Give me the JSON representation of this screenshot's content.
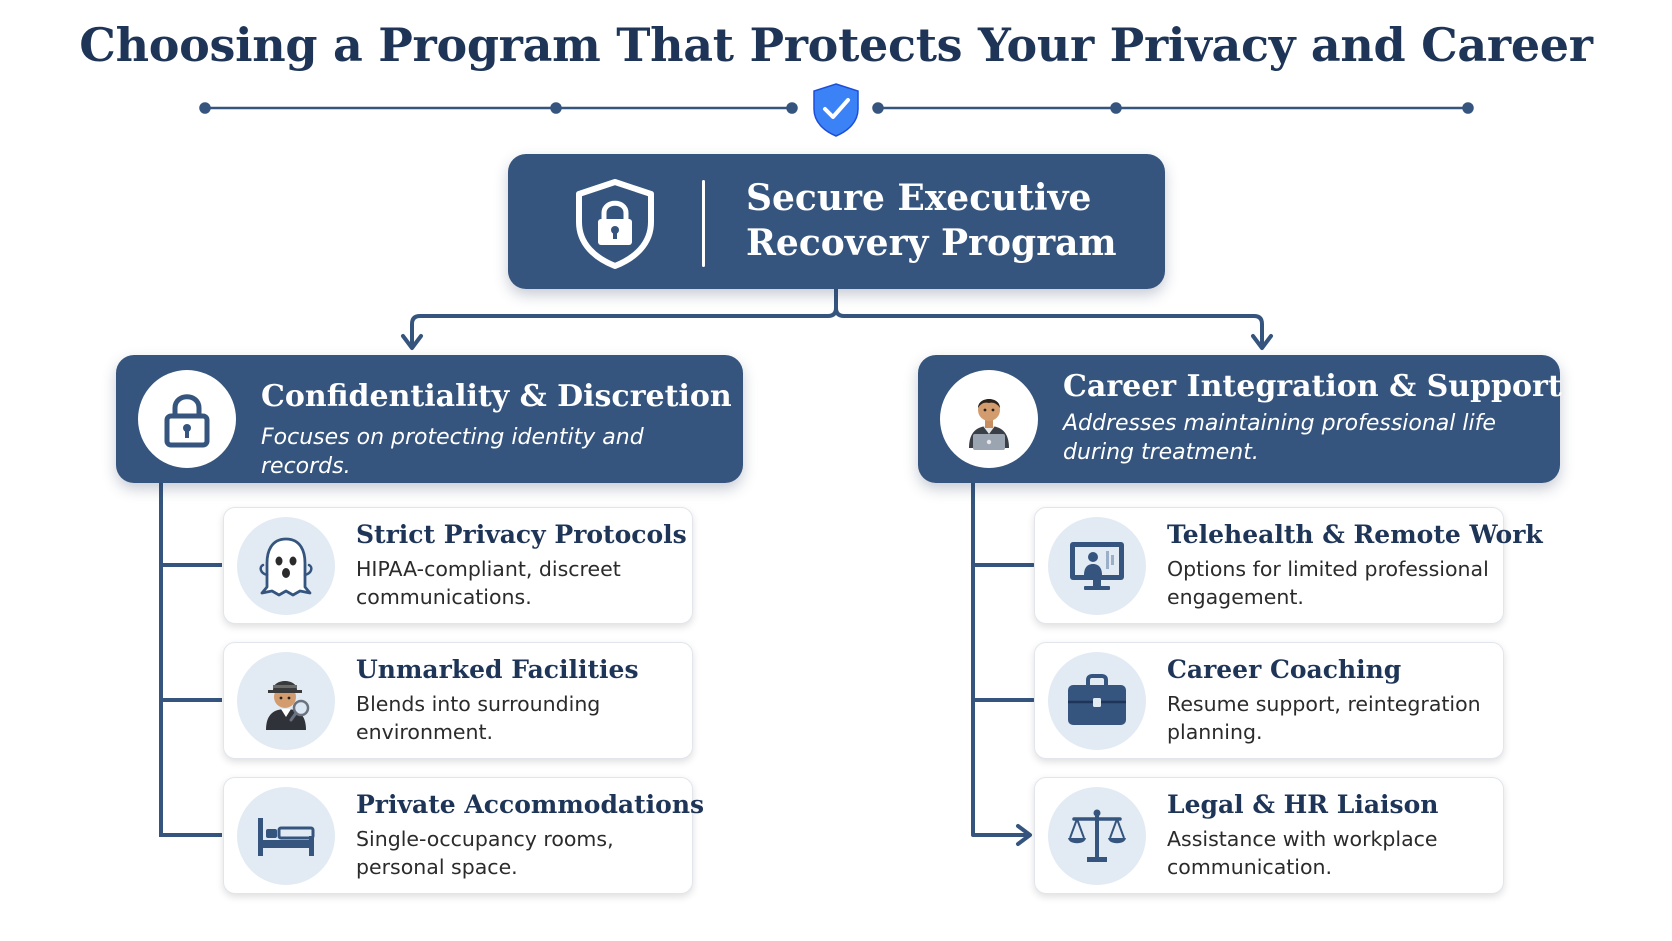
{
  "page_title": "Choosing a Program That Protects Your Privacy and Career",
  "root": {
    "title": "Secure Executive Recovery Program",
    "icon": "shield-lock-icon"
  },
  "branches": [
    {
      "title": "Confidentiality & Discretion",
      "subtitle": "Focuses on protecting identity and records.",
      "icon": "padlock-icon",
      "items": [
        {
          "title": "Strict Privacy Protocols",
          "desc": "HIPAA-compliant, discreet communications.",
          "icon": "ghost-icon"
        },
        {
          "title": "Unmarked Facilities",
          "desc": "Blends into surrounding environment.",
          "icon": "detective-icon"
        },
        {
          "title": "Private Accommodations",
          "desc": "Single-occupancy rooms, personal space.",
          "icon": "bed-icon"
        }
      ]
    },
    {
      "title": "Career Integration & Support",
      "subtitle": "Addresses maintaining professional life during treatment.",
      "icon": "technologist-icon",
      "items": [
        {
          "title": "Telehealth & Remote Work",
          "desc": "Options for limited professional engagement.",
          "icon": "monitor-icon"
        },
        {
          "title": "Career Coaching",
          "desc": "Resume support, reintegration planning.",
          "icon": "briefcase-icon"
        },
        {
          "title": "Legal & HR Liaison",
          "desc": "Assistance with workplace communication.",
          "icon": "scales-icon"
        }
      ]
    }
  ],
  "colors": {
    "navy": "#35557e",
    "title_text": "#1e3558",
    "icon_bg": "#e2ebf4",
    "accent_shield": "#3b82f6"
  }
}
